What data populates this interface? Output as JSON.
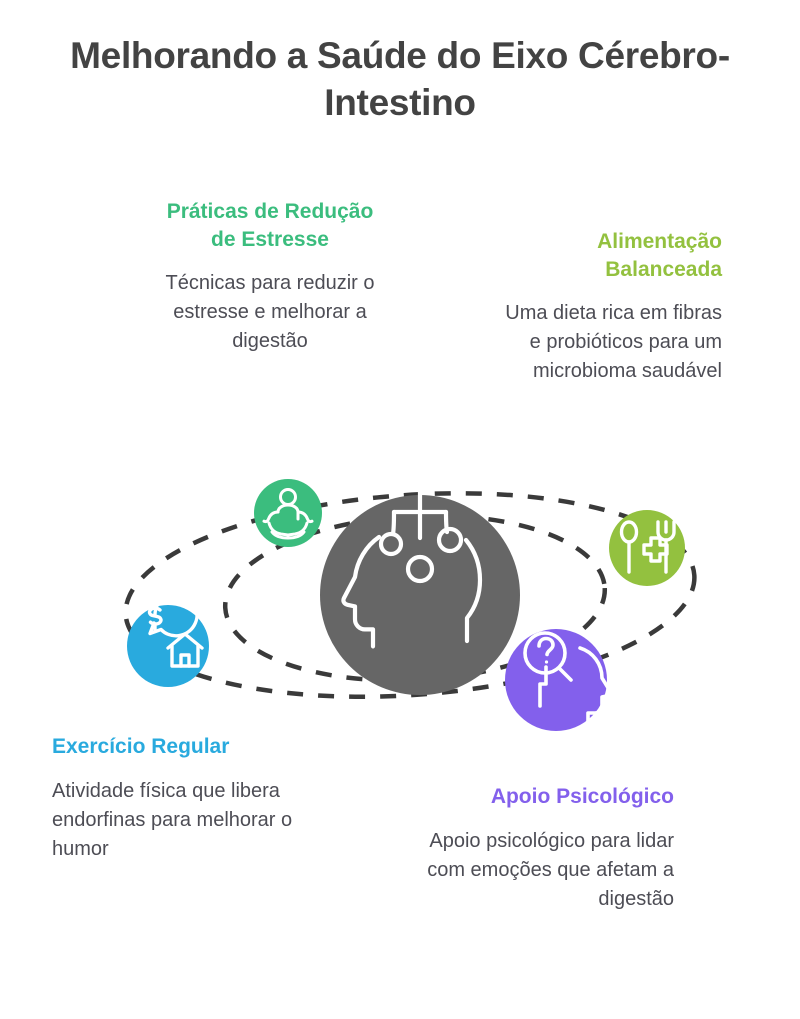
{
  "header": {
    "title": "Melhorando a Saúde do Eixo Cérebro-Intestino"
  },
  "colors": {
    "title": "#434343",
    "body_text": "#4d4d55",
    "center": "#666666",
    "stress_green": "#3bbd7e",
    "diet_green": "#93c13f",
    "exercise_blue": "#29aade",
    "psych_purple": "#8360ec",
    "dashed_line": "#3a3a3a",
    "background": "#ffffff"
  },
  "diagram": {
    "center_node": {
      "icon": "head-brain-network-icon",
      "color": "#666666"
    },
    "orbits": [
      {
        "name": "outer-dashed-ellipse"
      },
      {
        "name": "inner-dashed-ellipse"
      }
    ],
    "nodes": [
      {
        "key": "stress",
        "icon": "meditation-lotus-icon",
        "color": "#3bbd7e"
      },
      {
        "key": "diet",
        "icon": "fork-spoon-cross-icon",
        "color": "#93c13f"
      },
      {
        "key": "exercise",
        "icon": "dollar-speech-bubble-house-icon",
        "color": "#29aade"
      },
      {
        "key": "psych",
        "icon": "head-question-magnifier-icon",
        "color": "#8360ec"
      }
    ]
  },
  "blocks": {
    "stress": {
      "heading": "Práticas de Redução de Estresse",
      "description": "Técnicas para reduzir o estresse e melhorar a digestão"
    },
    "diet": {
      "heading": "Alimentação Balanceada",
      "description": "Uma dieta rica em fibras e probióticos para um microbioma saudável"
    },
    "exercise": {
      "heading": "Exercício Regular",
      "description": "Atividade física que libera endorfinas para melhorar o humor"
    },
    "psych": {
      "heading": "Apoio Psicológico",
      "description": "Apoio psicológico para lidar com emoções que afetam a digestão"
    }
  }
}
